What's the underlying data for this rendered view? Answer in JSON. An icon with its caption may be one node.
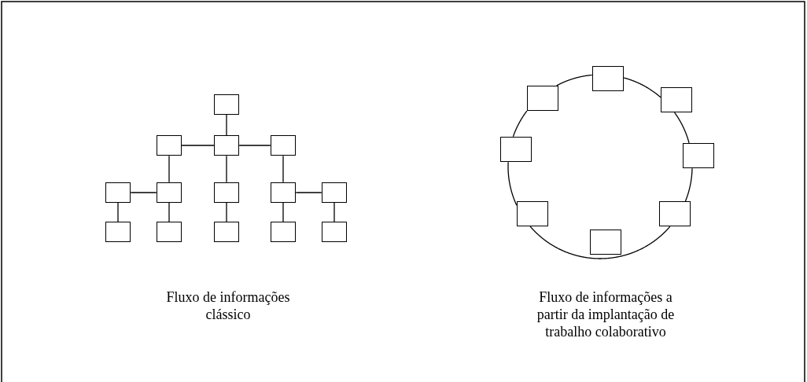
{
  "diagram": {
    "nodes": [
      {
        "text": [],
        "shape": "box"
      },
      {
        "text": [],
        "shape": "box"
      },
      {
        "text": [],
        "shape": "box"
      },
      {
        "text": [],
        "shape": "box"
      },
      {
        "text": [],
        "shape": "box"
      },
      {
        "text": [],
        "shape": "box"
      },
      {
        "text": [],
        "shape": "box"
      },
      {
        "text": [],
        "shape": "box"
      },
      {
        "text": [],
        "shape": "box"
      },
      {
        "text": [],
        "shape": "box"
      },
      {
        "text": [],
        "shape": "box"
      },
      {
        "text": [],
        "shape": "box"
      },
      {
        "text": [],
        "shape": "box"
      },
      {
        "text": [],
        "shape": "box"
      },
      {
        "text": [],
        "shape": "box"
      },
      {
        "text": [],
        "shape": "box"
      },
      {
        "text": [],
        "shape": "box"
      },
      {
        "text": [],
        "shape": "box"
      },
      {
        "text": [],
        "shape": "box"
      },
      {
        "text": [],
        "shape": "box"
      },
      {
        "text": [],
        "shape": "box"
      },
      {
        "text": [],
        "shape": "box"
      }
    ],
    "edges": [
      {
        "from": 0,
        "to": 2,
        "arrow": "none"
      },
      {
        "from": 1,
        "to": 2,
        "arrow": "none"
      },
      {
        "from": 2,
        "to": 3,
        "arrow": "none"
      },
      {
        "from": 1,
        "to": 5,
        "arrow": "none"
      },
      {
        "from": 2,
        "to": 6,
        "arrow": "none"
      },
      {
        "from": 3,
        "to": 7,
        "arrow": "none"
      },
      {
        "from": 4,
        "to": 5,
        "arrow": "none"
      },
      {
        "from": 7,
        "to": 8,
        "arrow": "none"
      },
      {
        "from": 4,
        "to": 9,
        "arrow": "none"
      },
      {
        "from": 5,
        "to": 10,
        "arrow": "none"
      },
      {
        "from": 6,
        "to": 11,
        "arrow": "none"
      },
      {
        "from": 7,
        "to": 12,
        "arrow": "none"
      },
      {
        "from": 8,
        "to": 13,
        "arrow": "none"
      },
      {
        "from": 14,
        "to": 15,
        "arrow": "none"
      },
      {
        "from": 15,
        "to": 16,
        "arrow": "none"
      },
      {
        "from": 16,
        "to": 17,
        "arrow": "none"
      },
      {
        "from": 17,
        "to": 18,
        "arrow": "none"
      },
      {
        "from": 18,
        "to": 19,
        "arrow": "none"
      },
      {
        "from": 19,
        "to": 20,
        "arrow": "none"
      },
      {
        "from": 20,
        "to": 21,
        "arrow": "none"
      },
      {
        "from": 21,
        "to": 14,
        "arrow": "none"
      }
    ],
    "labels": [
      "Fluxo de informações clássico",
      "Fluxo de informações a partir da implantação de trabalho colaborativo"
    ]
  }
}
